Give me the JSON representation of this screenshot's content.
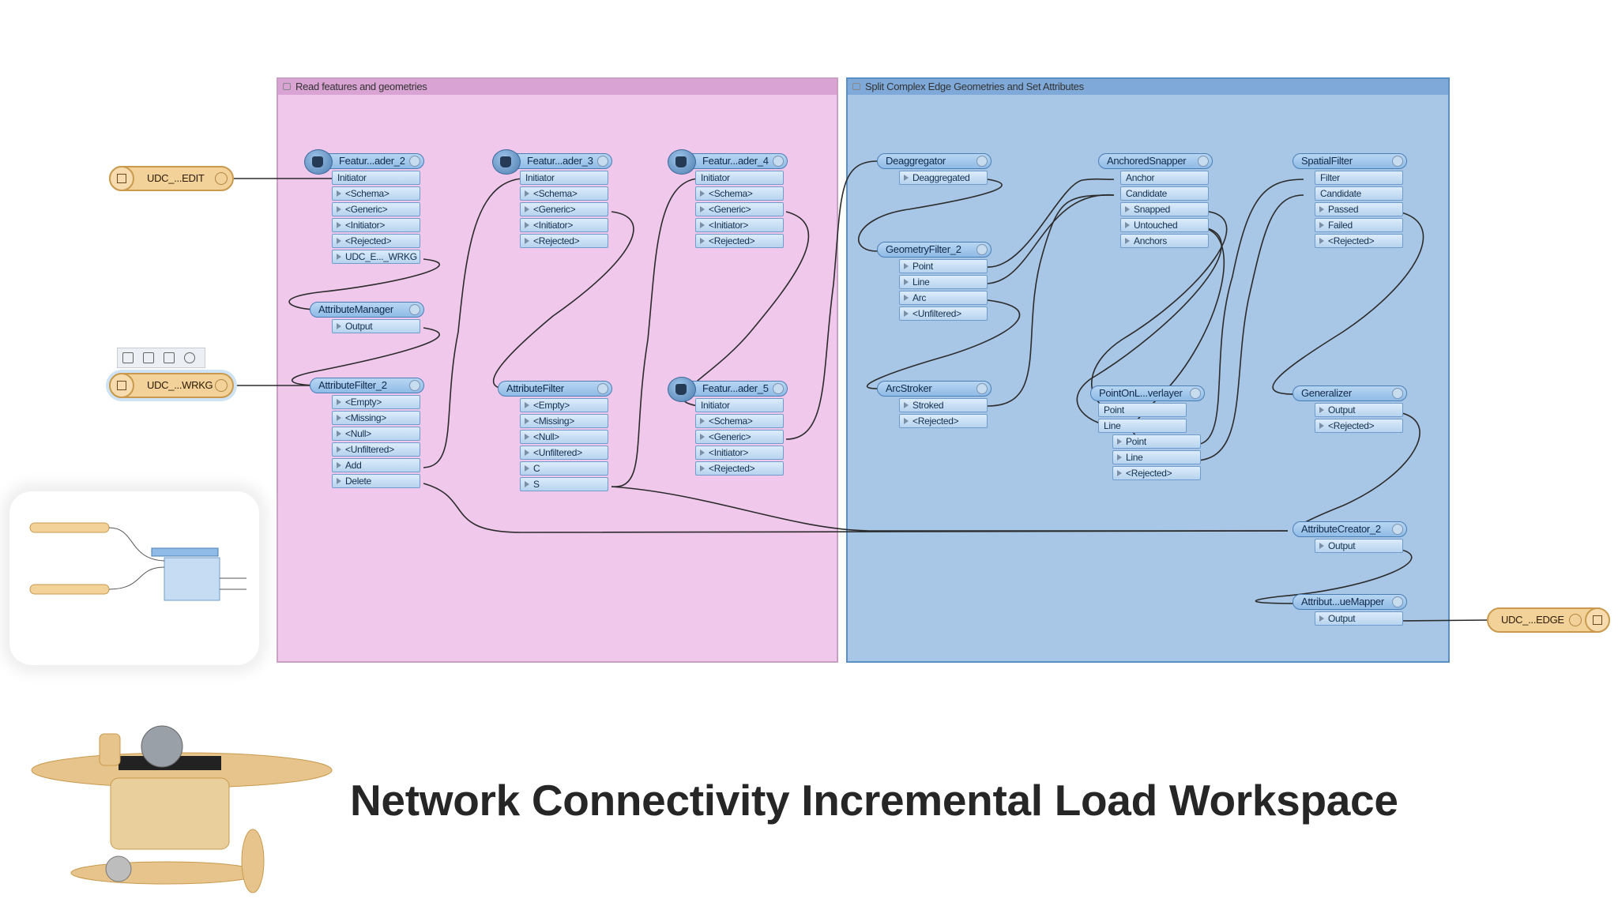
{
  "bookmarks": {
    "read": "Read features and geometries",
    "split": "Split Complex Edge Geometries and Set Attributes"
  },
  "datasets": {
    "edit": "UDC_...EDIT",
    "wrkg": "UDC_...WRKG",
    "edge": "UDC_...EDGE"
  },
  "transformers": {
    "reader2": {
      "name": "Featur...ader_2",
      "ports": [
        "Initiator",
        "<Schema>",
        "<Generic>",
        "<Initiator>",
        "<Rejected>",
        "UDC_E..._WRKG"
      ]
    },
    "attrmgr": {
      "name": "AttributeManager",
      "ports": [
        "Output"
      ]
    },
    "attrfilter2": {
      "name": "AttributeFilter_2",
      "ports": [
        "<Empty>",
        "<Missing>",
        "<Null>",
        "<Unfiltered>",
        "Add",
        "Delete"
      ]
    },
    "reader3": {
      "name": "Featur...ader_3",
      "ports": [
        "Initiator",
        "<Schema>",
        "<Generic>",
        "<Initiator>",
        "<Rejected>"
      ]
    },
    "attrfilter": {
      "name": "AttributeFilter",
      "ports": [
        "<Empty>",
        "<Missing>",
        "<Null>",
        "<Unfiltered>",
        "C",
        "S"
      ]
    },
    "reader4": {
      "name": "Featur...ader_4",
      "ports": [
        "Initiator",
        "<Schema>",
        "<Generic>",
        "<Initiator>",
        "<Rejected>"
      ]
    },
    "reader5": {
      "name": "Featur...ader_5",
      "ports": [
        "Initiator",
        "<Schema>",
        "<Generic>",
        "<Initiator>",
        "<Rejected>"
      ]
    },
    "deagg": {
      "name": "Deaggregator",
      "ports": [
        "Deaggregated"
      ]
    },
    "geomfilter": {
      "name": "GeometryFilter_2",
      "ports": [
        "Point",
        "Line",
        "Arc",
        "<Unfiltered>"
      ]
    },
    "arcstroker": {
      "name": "ArcStroker",
      "ports": [
        "Stroked",
        "<Rejected>"
      ]
    },
    "snapper": {
      "name": "AnchoredSnapper",
      "ports": [
        "Anchor",
        "Candidate",
        "Snapped",
        "Untouched",
        "Anchors"
      ]
    },
    "pointonline": {
      "name": "PointOnL...verlayer",
      "ports": [
        "Point",
        "Line",
        "Point",
        "Line",
        "<Rejected>"
      ]
    },
    "spatialfilter": {
      "name": "SpatialFilter",
      "ports": [
        "Filter",
        "Candidate",
        "Passed",
        "Failed",
        "<Rejected>"
      ]
    },
    "generalizer": {
      "name": "Generalizer",
      "ports": [
        "Output",
        "<Rejected>"
      ]
    },
    "attrcreator": {
      "name": "AttributeCreator_2",
      "ports": [
        "Output"
      ]
    },
    "valuemapper": {
      "name": "Attribut...ueMapper",
      "ports": [
        "Output"
      ]
    }
  },
  "title": "Network Connectivity Incremental Load Workspace"
}
